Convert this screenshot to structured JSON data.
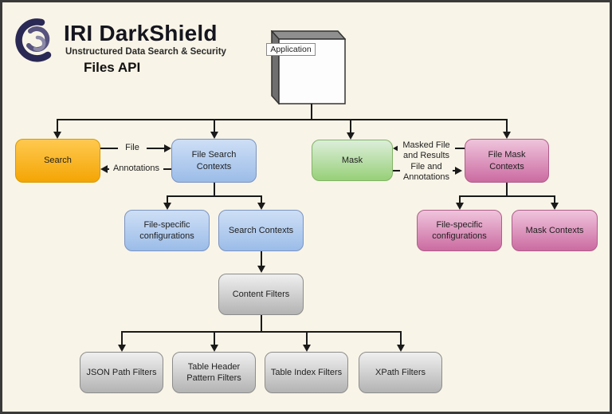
{
  "page": {
    "background_color": "#F8F4E7",
    "frame_border_color": "#3A3A3A"
  },
  "branding": {
    "logo_icon": "iri-darkshield-swirl-icon",
    "brand_name": "IRI DarkShield",
    "tagline": "Unstructured Data Search & Security",
    "page_title": "Files API"
  },
  "application": {
    "label": "Application"
  },
  "nodes": {
    "search": {
      "label": "Search",
      "color": "#F4A504"
    },
    "file_search_contexts": {
      "label": "File Search Contexts",
      "color": "#9BBCE8"
    },
    "mask": {
      "label": "Mask",
      "color": "#97D077"
    },
    "file_mask_contexts": {
      "label": "File Mask Contexts",
      "color": "#CB6BA1"
    },
    "search_file_specific_configurations": {
      "label": "File-specific configurations",
      "color": "#9BBCE8"
    },
    "search_contexts": {
      "label": "Search Contexts",
      "color": "#9BBCE8"
    },
    "mask_file_specific_configurations": {
      "label": "File-specific configurations",
      "color": "#CB6BA1"
    },
    "mask_contexts": {
      "label": "Mask Contexts",
      "color": "#CB6BA1"
    },
    "content_filters": {
      "label": "Content Filters",
      "color": "#C9C9C9"
    },
    "json_path_filters": {
      "label": "JSON Path Filters",
      "color": "#C9C9C9"
    },
    "table_header_pattern_filters": {
      "label": "Table Header Pattern Filters",
      "color": "#C9C9C9"
    },
    "table_index_filters": {
      "label": "Table Index Filters",
      "color": "#C9C9C9"
    },
    "xpath_filters": {
      "label": "XPath Filters",
      "color": "#C9C9C9"
    }
  },
  "edge_labels": {
    "file": "File",
    "annotations": "Annotations",
    "masked_file_line1": "Masked File",
    "masked_file_line2": "and Results",
    "file_and_line1": "File and",
    "file_and_line2": "Annotations"
  }
}
